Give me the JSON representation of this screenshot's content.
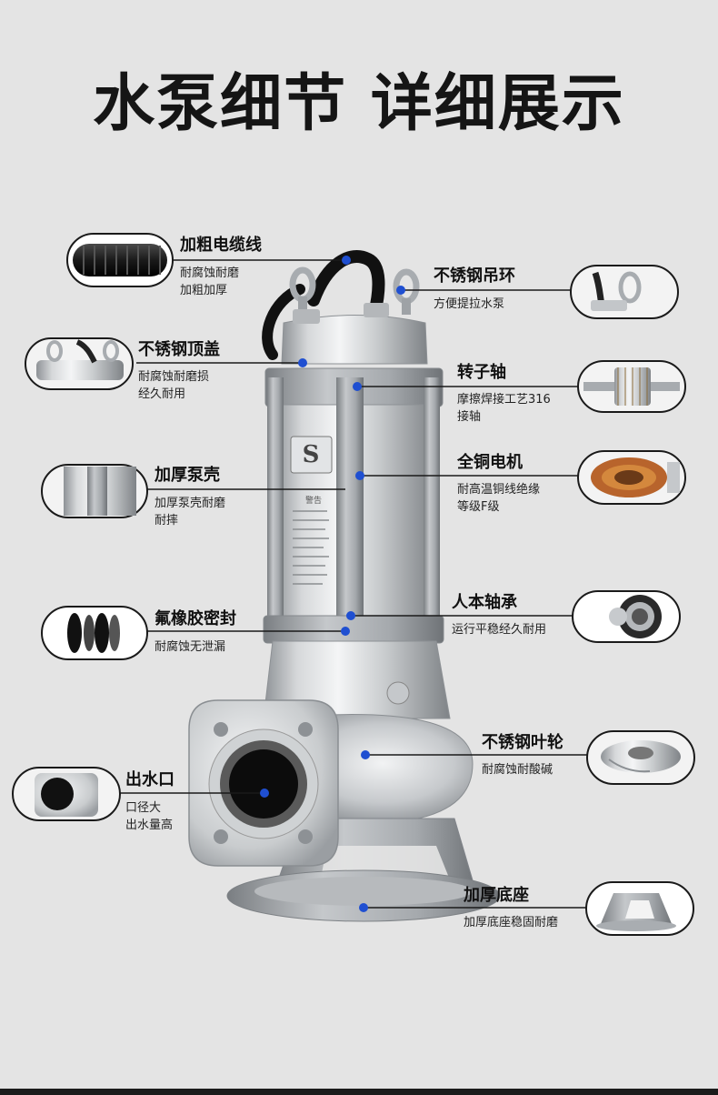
{
  "page": {
    "title": "水泵细节 详细展示"
  },
  "accent_color": "#1f4fd1",
  "callouts": [
    {
      "id": "cable",
      "label": "加粗电缆线",
      "lines": [
        "耐腐蚀耐磨",
        "加粗加厚"
      ]
    },
    {
      "id": "ring",
      "label": "不锈钢吊环",
      "lines": [
        "方便提拉水泵"
      ]
    },
    {
      "id": "cap",
      "label": "不锈钢顶盖",
      "lines": [
        "耐腐蚀耐磨损",
        "经久耐用"
      ]
    },
    {
      "id": "shaft",
      "label": "转子轴",
      "lines": [
        "摩擦焊接工艺316",
        "接轴"
      ]
    },
    {
      "id": "motor",
      "label": "全铜电机",
      "lines": [
        "耐高温铜线绝缘",
        "等级F级"
      ]
    },
    {
      "id": "shell",
      "label": "加厚泵壳",
      "lines": [
        "加厚泵壳耐磨",
        "耐摔"
      ]
    },
    {
      "id": "bearing",
      "label": "人本轴承",
      "lines": [
        "运行平稳经久耐用"
      ]
    },
    {
      "id": "seal",
      "label": "氟橡胶密封",
      "lines": [
        "耐腐蚀无泄漏"
      ]
    },
    {
      "id": "impeller",
      "label": "不锈钢叶轮",
      "lines": [
        "耐腐蚀耐酸碱"
      ]
    },
    {
      "id": "outlet",
      "label": "出水口",
      "lines": [
        "口径大",
        "出水量高"
      ]
    },
    {
      "id": "base",
      "label": "加厚底座",
      "lines": [
        "加厚底座稳固耐磨"
      ]
    }
  ],
  "nameplate": {
    "warning_heading": "警告"
  }
}
